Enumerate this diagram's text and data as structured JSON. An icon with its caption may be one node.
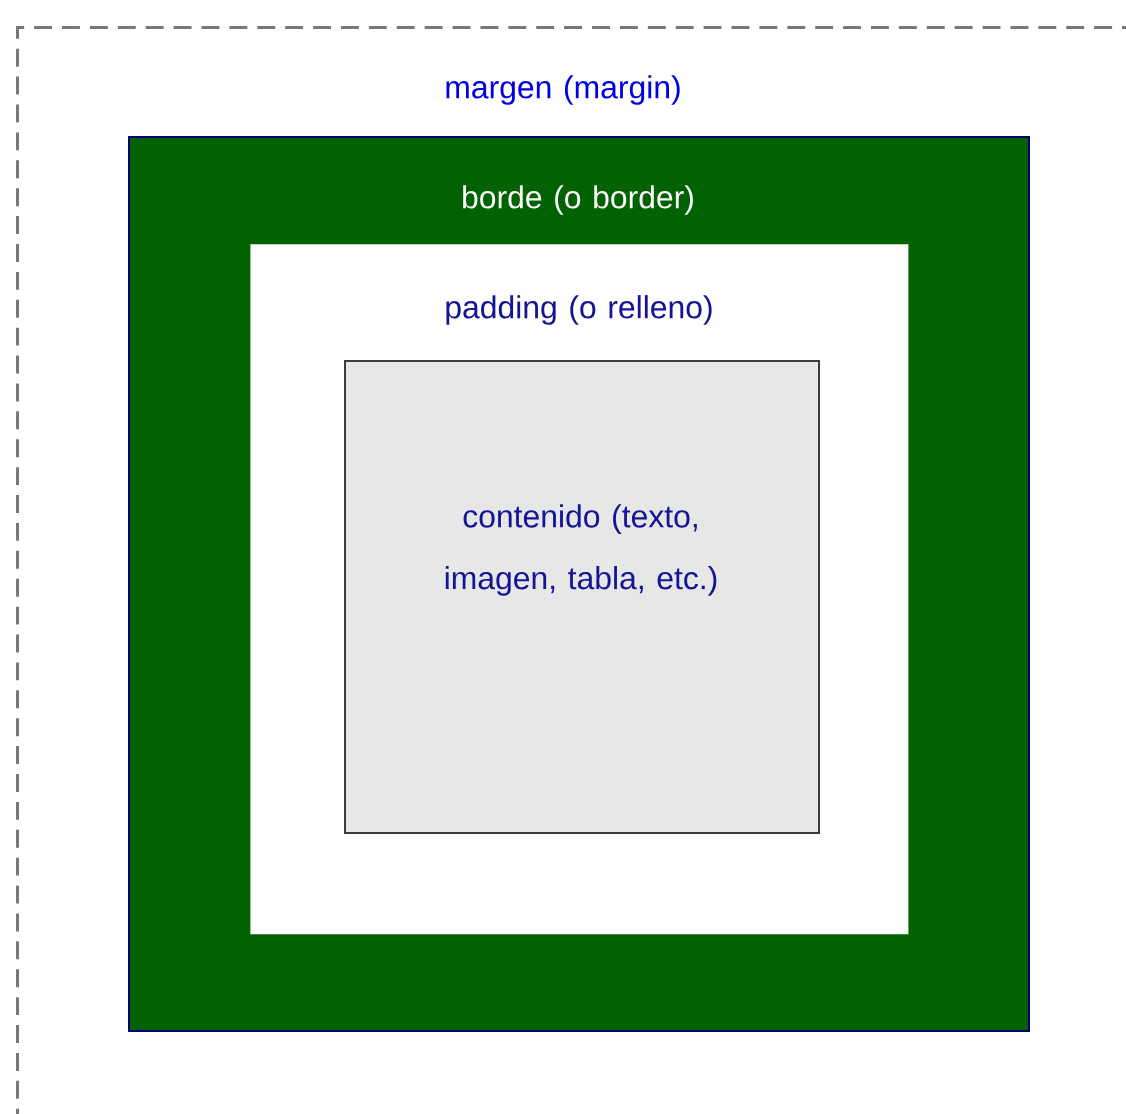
{
  "diagram": {
    "nodes": [
      {
        "text": [
          "margen (margin)"
        ]
      },
      {
        "text": [
          "borde (o border)"
        ],
        "in": 0
      },
      {
        "text": [
          "padding (o relleno)"
        ],
        "in": 1
      },
      {
        "text": [
          "contenido (texto, imagen, tabla, etc.)"
        ],
        "in": 2
      }
    ]
  }
}
